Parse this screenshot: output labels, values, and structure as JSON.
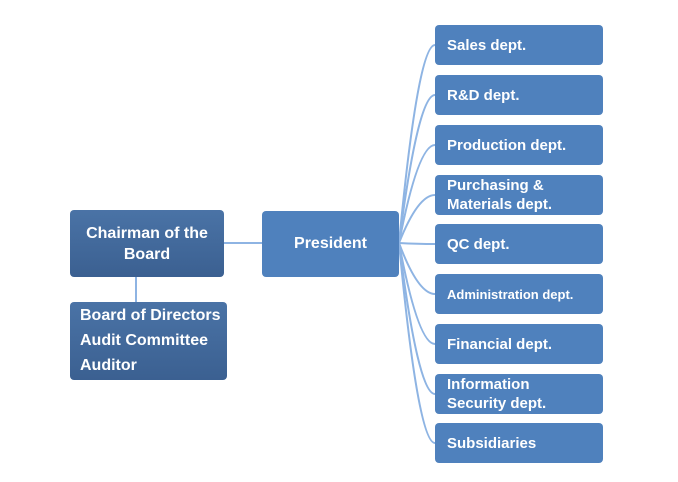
{
  "chairman": {
    "label": "Chairman of the Board"
  },
  "president": {
    "label": "President"
  },
  "board_box": {
    "items": [
      "Board of Directors",
      "Audit Committee",
      "Auditor"
    ]
  },
  "departments": [
    "Sales dept.",
    "R&D dept.",
    "Production dept.",
    "Purchasing & Materials dept.",
    "QC dept.",
    "Administration dept.",
    "Financial dept.",
    "Information Security dept.",
    "Subsidiaries"
  ],
  "colors": {
    "box_fill": "#4f81bd",
    "box_dark": "#3b6091",
    "connector": "#8eb4e3"
  }
}
